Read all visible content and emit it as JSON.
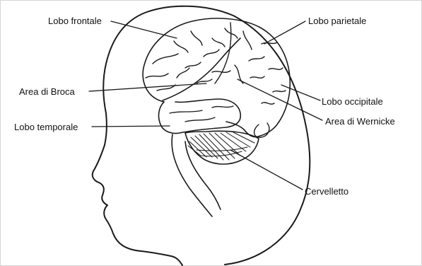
{
  "diagram": {
    "labels": {
      "frontal_lobe": "Lobo frontale",
      "parietal_lobe": "Lobo parietale",
      "broca_area": "Area di Broca",
      "occipital_lobe": "Lobo occipitale",
      "wernicke_area": "Area di Wernicke",
      "temporal_lobe": "Lobo temporale",
      "cerebellum": "Cervelletto"
    }
  }
}
